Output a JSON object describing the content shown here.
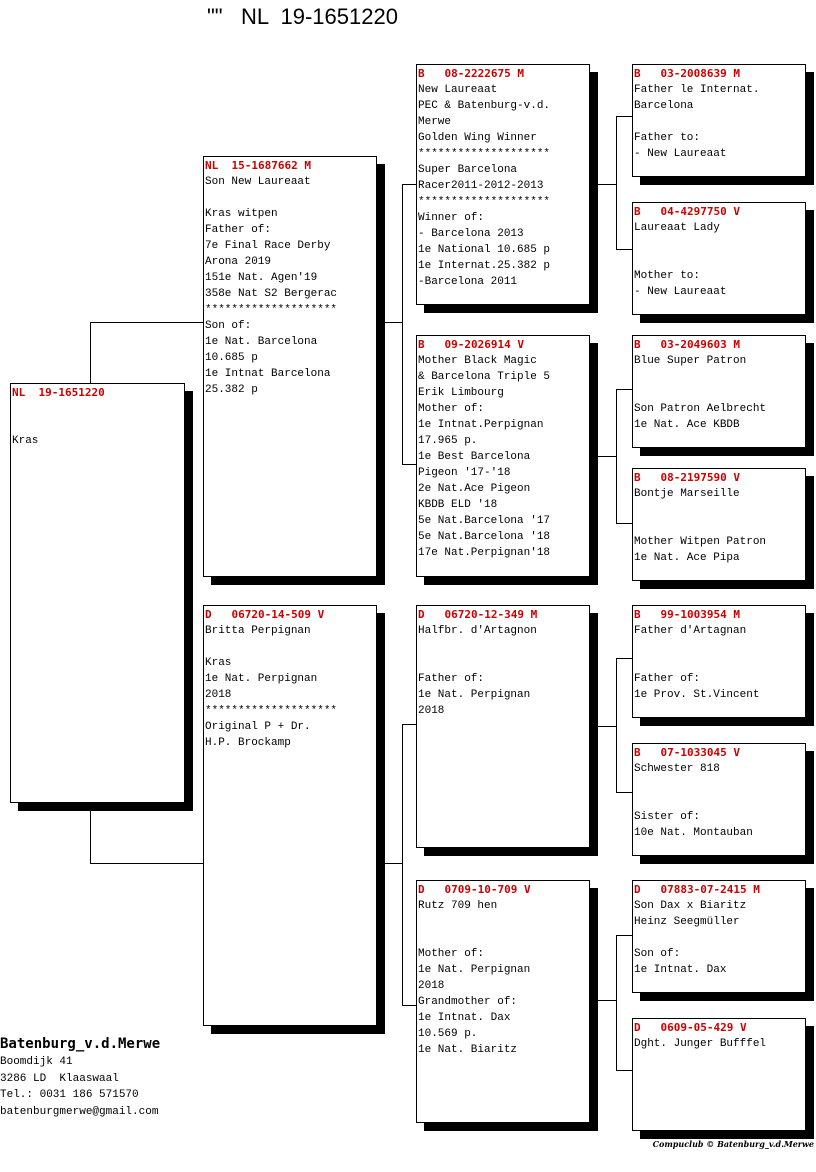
{
  "title": "\"\"   NL  19-1651220",
  "footer": "Compuclub © Batenburg_v.d.Merwe",
  "breeder": {
    "name": "Batenburg_v.d.Merwe",
    "lines": [
      "Boomdijk 41",
      "3286 LD  Klaaswaal",
      "Tel.: 0031 186 571570",
      "batenburgmerwe@gmail.com"
    ]
  },
  "pigeons": {
    "subject": {
      "header": "NL  19-1651220",
      "lines": [
        "",
        "",
        "Kras"
      ]
    },
    "father": {
      "header": "NL  15-1687662 M",
      "lines": [
        "Son New Laureaat",
        "",
        "Kras witpen",
        "Father of:",
        "7e Final Race Derby",
        "Arona 2019",
        "151e Nat. Agen'19",
        "358e Nat S2 Bergerac",
        "********************",
        "Son of:",
        "1e Nat. Barcelona",
        "10.685 p",
        "1e Intnat Barcelona",
        "25.382 p"
      ]
    },
    "mother": {
      "header": "D   06720-14-509 V",
      "lines": [
        "Britta Perpignan",
        "",
        "Kras",
        "1e Nat. Perpignan",
        "2018",
        "********************",
        "Original P + Dr.",
        "H.P. Brockamp"
      ]
    },
    "ff": {
      "header": "B   08-2222675 M",
      "lines": [
        "New Laureaat",
        "PEC & Batenburg-v.d.",
        "Merwe",
        "Golden Wing Winner",
        "********************",
        "Super Barcelona",
        "Racer2011-2012-2013",
        "********************",
        "Winner of:",
        "- Barcelona 2013",
        "1e National 10.685 p",
        "1e Internat.25.382 p",
        "-Barcelona 2011"
      ]
    },
    "fm": {
      "header": "B   09-2026914 V",
      "lines": [
        "Mother Black Magic",
        "& Barcelona Triple 5",
        "Erik Limbourg",
        "Mother of:",
        "1e Intnat.Perpignan",
        "17.965 p.",
        "1e Best Barcelona",
        "Pigeon '17-'18",
        "2e Nat.Ace Pigeon",
        "KBDB ELD '18",
        "5e Nat.Barcelona '17",
        "5e Nat.Barcelona '18",
        "17e Nat.Perpignan'18"
      ]
    },
    "mf": {
      "header": "D   06720-12-349 M",
      "lines": [
        "Halfbr. d'Artagnon",
        "",
        "",
        "Father of:",
        "1e Nat. Perpignan",
        "2018"
      ]
    },
    "mm": {
      "header": "D   0709-10-709 V",
      "lines": [
        "Rutz 709 hen",
        "",
        "",
        "Mother of:",
        "1e Nat. Perpignan",
        "2018",
        "Grandmother of:",
        "1e Intnat. Dax",
        "10.569 p.",
        "1e Nat. Biaritz"
      ]
    },
    "fff": {
      "header": "B   03-2008639 M",
      "lines": [
        "Father le Internat.",
        "Barcelona",
        "",
        "Father to:",
        "- New Laureaat"
      ]
    },
    "ffm": {
      "header": "B   04-4297750 V",
      "lines": [
        "Laureaat Lady",
        "",
        "",
        "Mother to:",
        "- New Laureaat"
      ]
    },
    "fmf": {
      "header": "B   03-2049603 M",
      "lines": [
        "Blue Super Patron",
        "",
        "",
        "Son Patron Aelbrecht",
        "1e Nat. Ace KBDB"
      ]
    },
    "fmm": {
      "header": "B   08-2197590 V",
      "lines": [
        "Bontje Marseille",
        "",
        "",
        "Mother Witpen Patron",
        "1e Nat. Ace Pipa"
      ]
    },
    "mff": {
      "header": "B   99-1003954 M",
      "lines": [
        "Father d'Artagnan",
        "",
        "",
        "Father of:",
        "1e Prov. St.Vincent"
      ]
    },
    "mfm": {
      "header": "B   07-1033045 V",
      "lines": [
        "Schwester 818",
        "",
        "",
        "Sister of:",
        "10e Nat. Montauban"
      ]
    },
    "mmf": {
      "header": "D   07883-07-2415 M",
      "lines": [
        "Son Dax x Biaritz",
        "Heinz Seegmüller",
        "",
        "Son of:",
        "1e Intnat. Dax"
      ]
    },
    "mmm": {
      "header": "D   0609-05-429 V",
      "lines": [
        "Dght. Junger Bufffel"
      ]
    }
  }
}
